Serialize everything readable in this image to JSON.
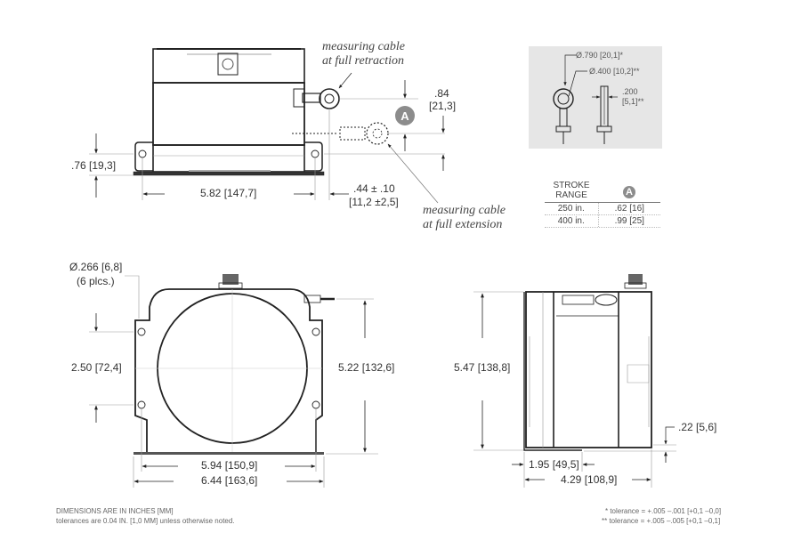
{
  "top_view": {
    "cable_retraction_label": [
      "measuring cable",
      "at full retraction"
    ],
    "cable_extension_label": [
      "measuring cable",
      "at full extension"
    ],
    "dim_height_mount": ".76 [19,3]",
    "dim_width": "5.82 [147,7]",
    "dim_offset": [
      ".44 ± .10",
      "[11,2 ±2,5]"
    ],
    "dim_A_offset": [
      ".84",
      "[21,3]"
    ],
    "badge_A": "A"
  },
  "inset": {
    "outer_diameter": "Ø.790 [20,1]*",
    "inner_diameter": "Ø.400 [10,2]**",
    "thickness": [
      ".200",
      "[5,1]**"
    ],
    "background_color": "#e6e6e6"
  },
  "stroke_table": {
    "header_col1": [
      "STROKE",
      "RANGE"
    ],
    "header_col2": "A",
    "rows": [
      {
        "stroke": "250 in.",
        "a": ".62 [16]"
      },
      {
        "stroke": "400 in.",
        "a": ".99 [25]"
      }
    ]
  },
  "front_view": {
    "hole_label": [
      "Ø.266 [6,8]",
      "(6 plcs.)"
    ],
    "dim_hole_spacing": "2.50 [72,4]",
    "dim_height": "5.22 [132,6]",
    "dim_hole_width": "5.94 [150,9]",
    "dim_base_width": "6.44 [163,6]"
  },
  "side_view": {
    "dim_height": "5.47 [138,8]",
    "dim_flange": ".22 [5,6]",
    "dim_offset": "1.95 [49,5]",
    "dim_depth": "4.29 [108,9]"
  },
  "notes": {
    "left": [
      "DIMENSIONS ARE IN INCHES [MM]",
      "tolerances are 0.04 IN. [1,0 MM] unless otherwise noted."
    ],
    "right": [
      "* tolerance = +.005 –.001 [+0,1 –0,0]",
      "** tolerance = +.005 –.005 [+0,1 –0,1]"
    ]
  }
}
